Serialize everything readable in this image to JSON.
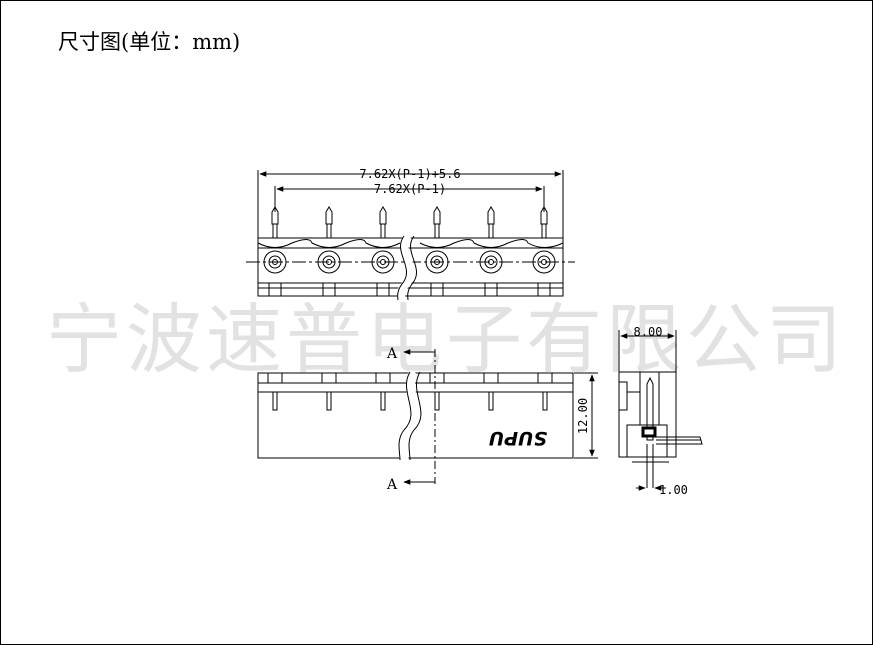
{
  "header": {
    "title": "尺寸图(单位：mm)"
  },
  "watermark": {
    "text": "宁波速普电子有限公司"
  },
  "dimensions": {
    "overall_length": "7.62X(P-1)+5.6",
    "pitch_span": "7.62X(P-1)",
    "depth": "8.00",
    "height": "12.00",
    "pin_offset": "1.00"
  },
  "section": {
    "label_top": "A",
    "label_bottom": "A"
  },
  "brand": {
    "text": "SUPU"
  }
}
